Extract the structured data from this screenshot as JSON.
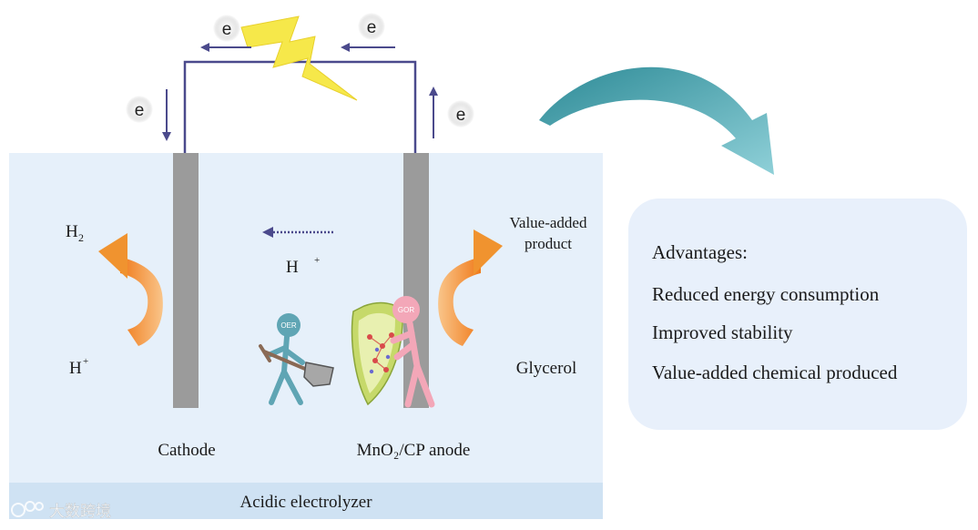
{
  "electron": "e",
  "labels": {
    "h2": "H",
    "h2_sub": "2",
    "h_plus_left": "H",
    "h_plus_left_sup": "+",
    "h_plus_middle": "H",
    "h_plus_middle_sup": "+",
    "value_added_line1": "Value-added",
    "value_added_line2": "product",
    "glycerol": "Glycerol",
    "cathode": "Cathode",
    "anode": "MnO₂/CP anode",
    "electrolyzer": "Acidic electrolyzer",
    "oer_badge": "OER",
    "gor_badge": "GOR"
  },
  "advantages": {
    "title": "Advantages:",
    "items": [
      "Reduced energy consumption",
      "Improved stability",
      "Value-added chemical produced"
    ]
  },
  "watermark": "大数跨境",
  "colors": {
    "cell_bg": "#e6f0fa",
    "electrolyzer_bar": "#cfe2f3",
    "electrode": "#9b9b9b",
    "wire": "#4b4a8c",
    "orange": "#f08b2a",
    "teal": "#3d9ba6",
    "bolt": "#f6e84a",
    "oer_figure": "#5fa5b4",
    "gor_figure": "#f3a7b8",
    "shield_green": "#c6d96a"
  }
}
